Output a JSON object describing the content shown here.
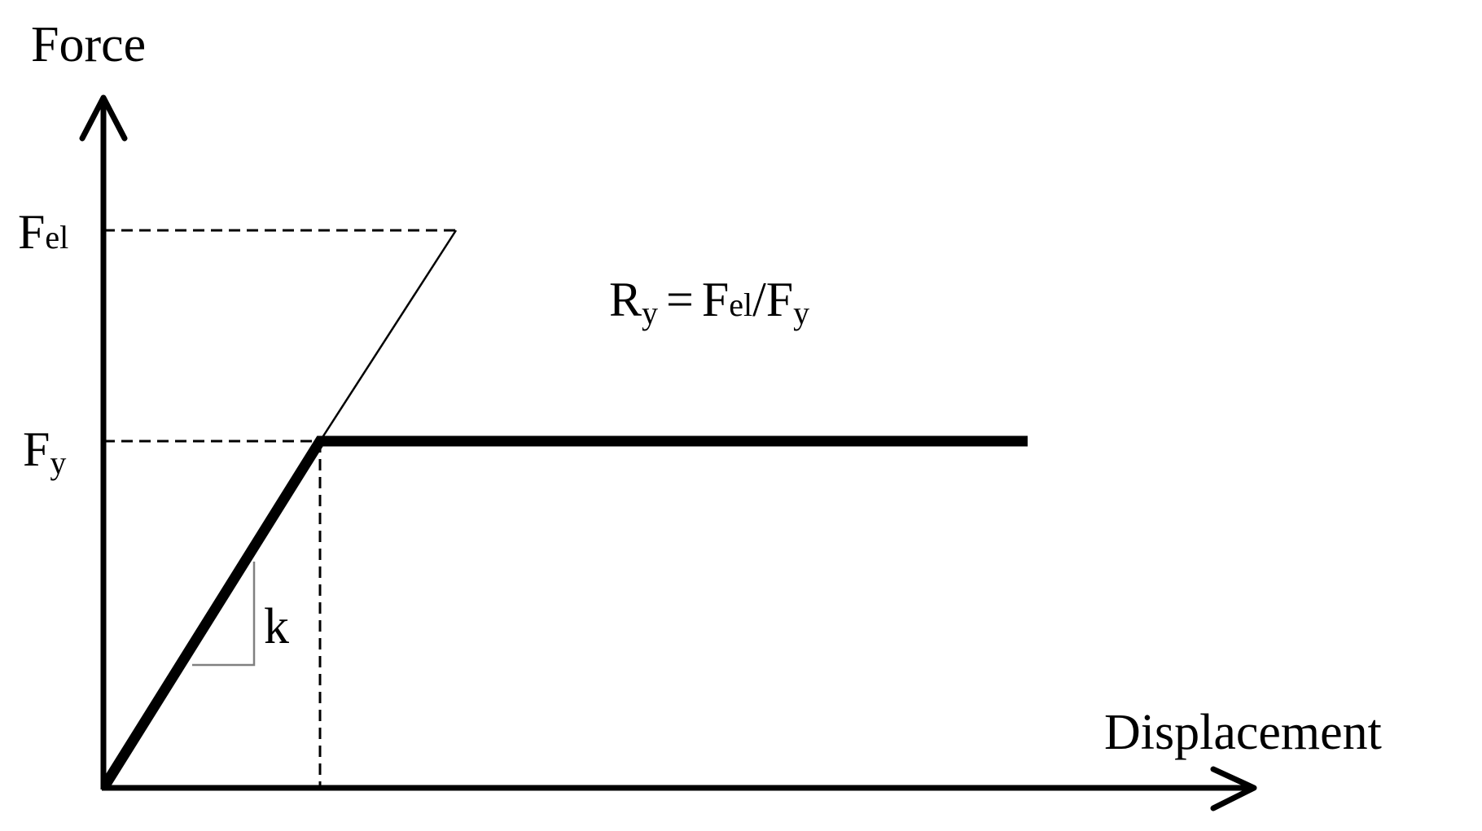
{
  "axes": {
    "y_label": "Force",
    "x_label": "Displacement"
  },
  "levels": {
    "elastic_force": {
      "main": "F",
      "sub": "el"
    },
    "yield_force": {
      "main": "F",
      "sub": "y"
    }
  },
  "stiffness_label": "k",
  "equation": {
    "r_main": "R",
    "r_sub": "y",
    "equals": "=",
    "fel_main": "F",
    "fel_sub": "el",
    "slash": "/",
    "fy_main": "F",
    "fy_sub": "y"
  },
  "colors": {
    "line": "#000000",
    "slope_triangle": "#808080",
    "background": "#ffffff"
  }
}
